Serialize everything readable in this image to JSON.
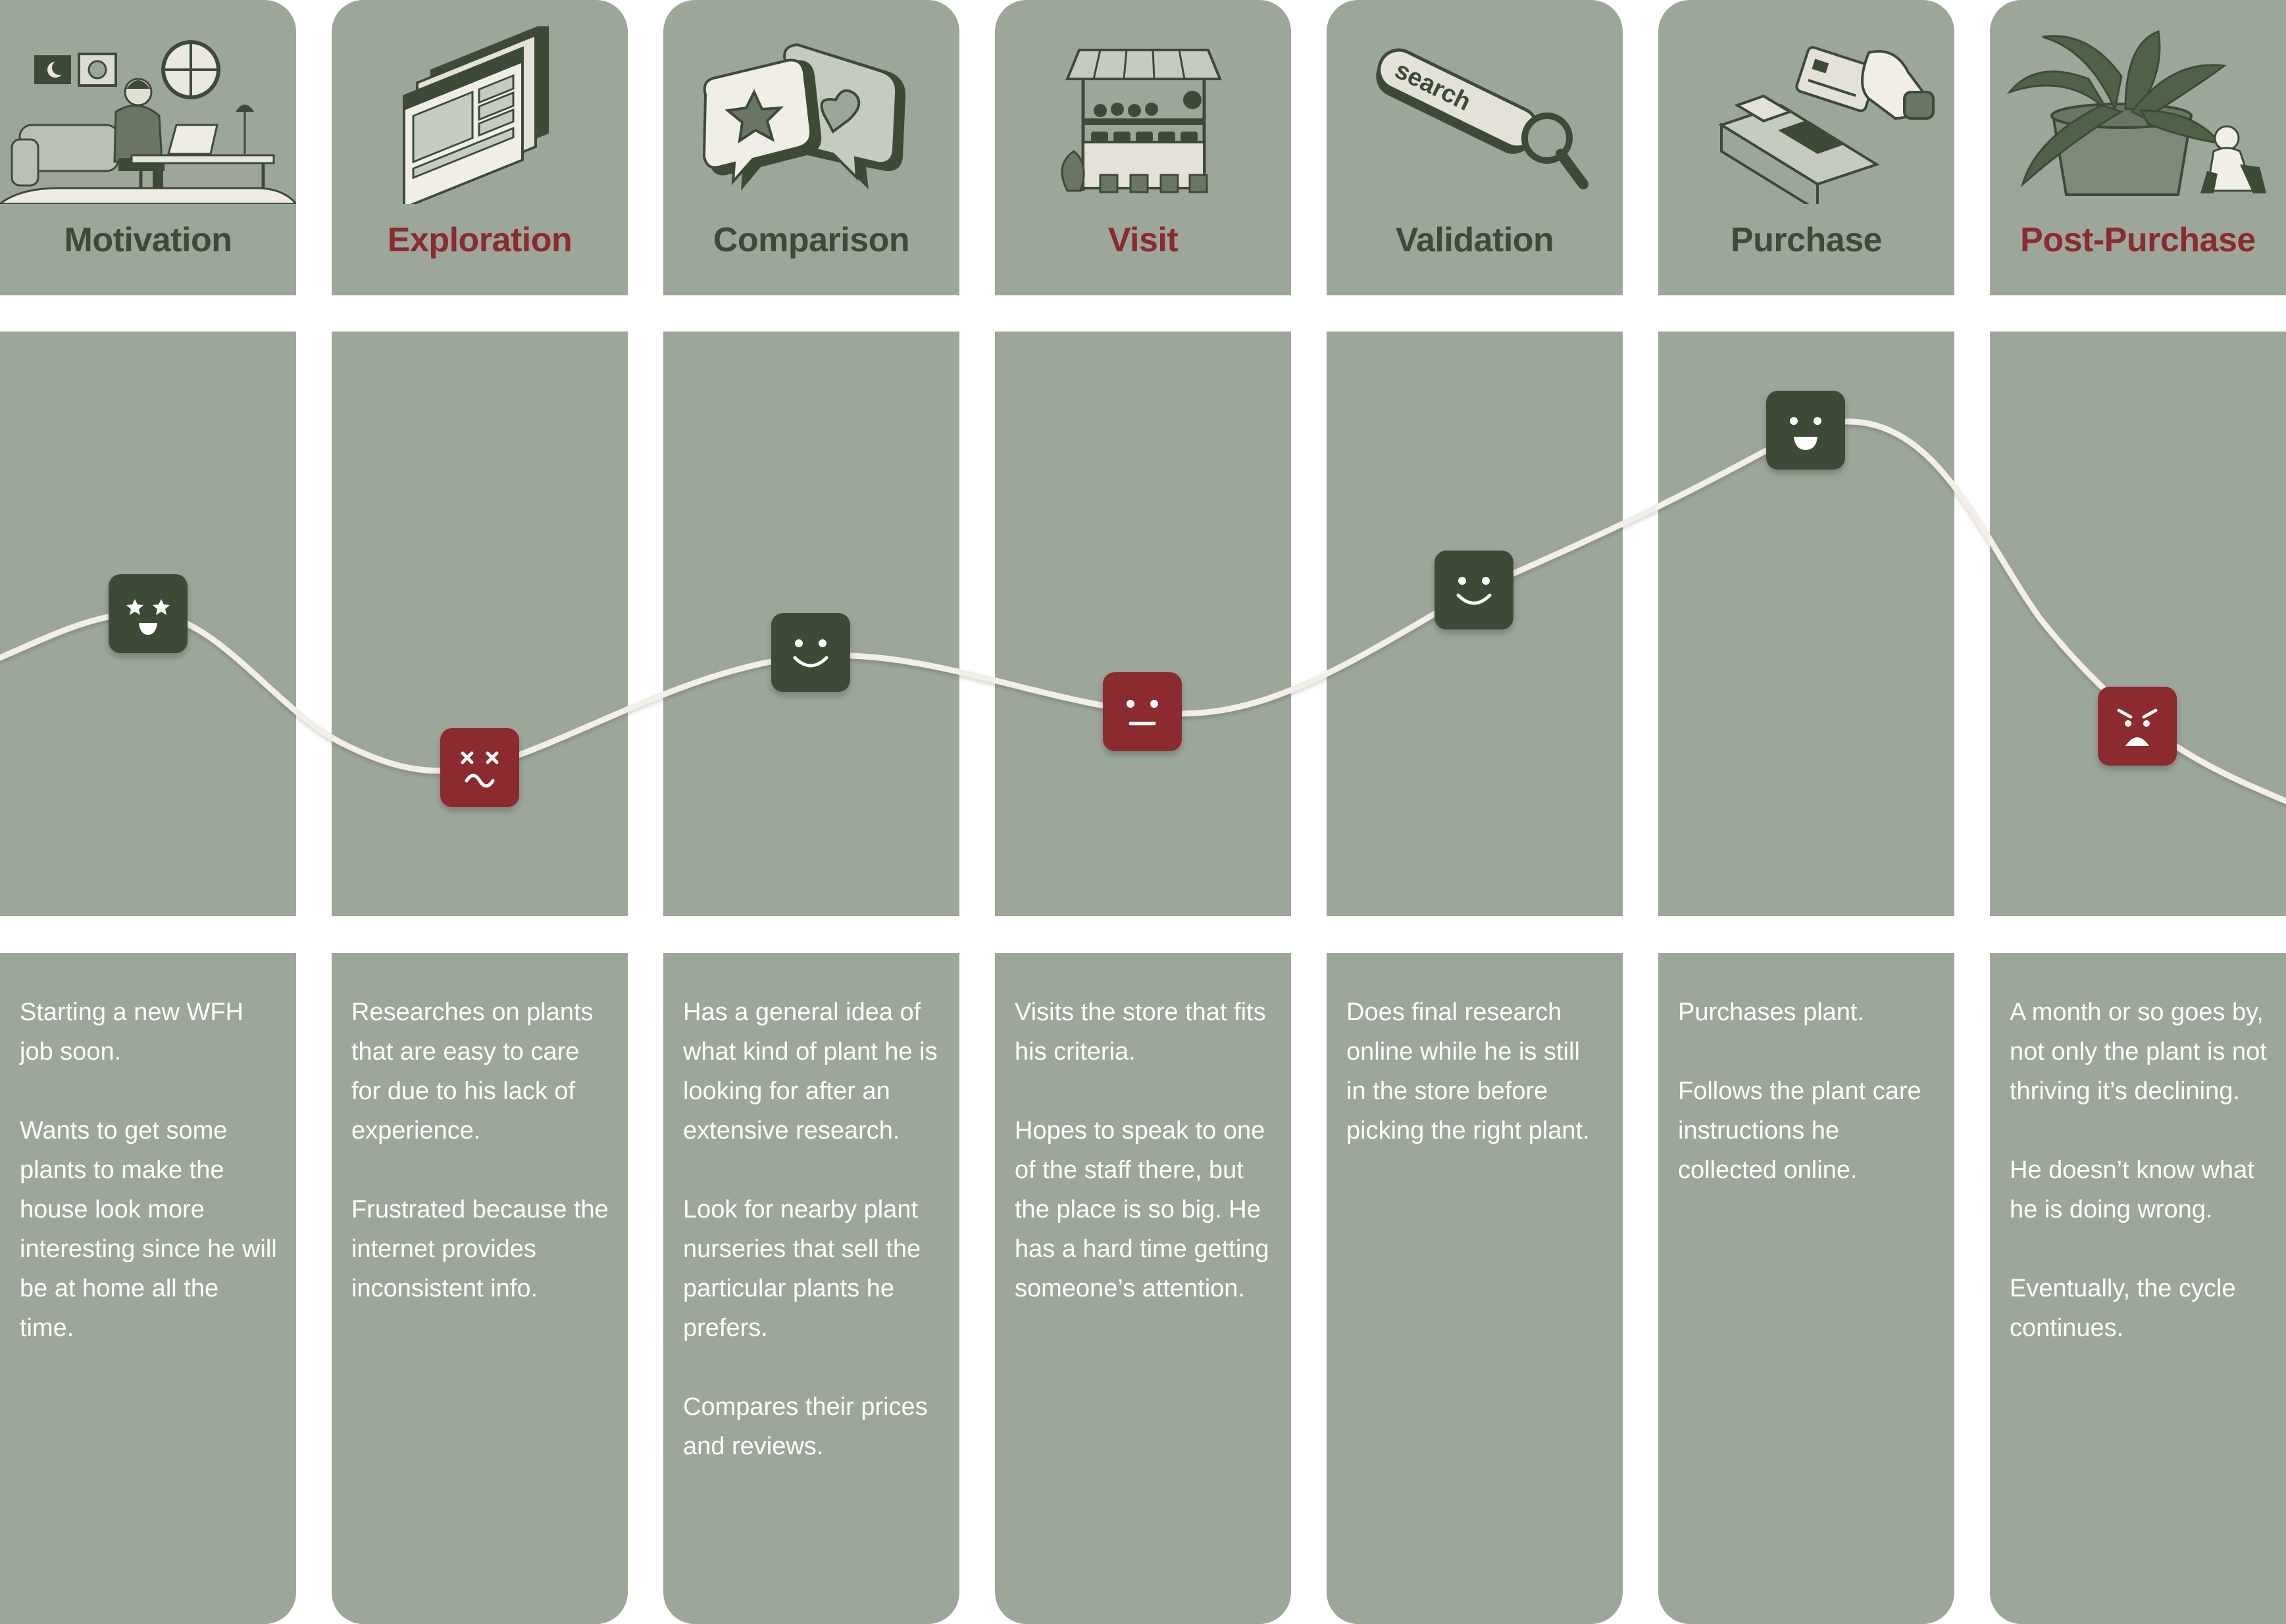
{
  "colors": {
    "card_background": "#9da799",
    "positive_green": "#3d4b36",
    "negative_red": "#8b2a2f",
    "journey_line": "#f3efe8",
    "body_text": "#ffffff"
  },
  "stages": [
    {
      "id": "motivation",
      "title": "Motivation",
      "tone": "positive",
      "emotion_icon": "star-eyes-face-icon",
      "illustration_icon": "working-from-home-illustration",
      "paragraphs": [
        "Starting a new WFH job soon.",
        "Wants to get some plants to make the house look more interesting since he will be at home all the time."
      ]
    },
    {
      "id": "exploration",
      "title": "Exploration",
      "tone": "negative",
      "emotion_icon": "dizzy-face-icon",
      "illustration_icon": "browser-windows-illustration",
      "paragraphs": [
        "Researches on plants that are easy to care for due to his lack of experience.",
        "Frustrated because the internet provides inconsistent info."
      ]
    },
    {
      "id": "comparison",
      "title": "Comparison",
      "tone": "positive",
      "emotion_icon": "smile-face-icon",
      "illustration_icon": "review-bubbles-illustration",
      "paragraphs": [
        "Has a general idea of what kind of plant he is looking for after an extensive research.",
        "Look for nearby plant nurseries that sell the particular plants he prefers.",
        "Compares their prices and reviews."
      ]
    },
    {
      "id": "visit",
      "title": "Visit",
      "tone": "negative",
      "emotion_icon": "neutral-face-icon",
      "illustration_icon": "plant-stall-illustration",
      "paragraphs": [
        "Visits the store that fits his criteria.",
        "Hopes to speak to one of the staff there, but the place is so big. He has a hard time getting someone’s attention."
      ]
    },
    {
      "id": "validation",
      "title": "Validation",
      "tone": "positive",
      "emotion_icon": "smile-face-icon",
      "illustration_icon": "search-bar-illustration",
      "search_label": "search",
      "paragraphs": [
        "Does final research online while he is still in the store before picking the right plant."
      ]
    },
    {
      "id": "purchase",
      "title": "Purchase",
      "tone": "positive",
      "emotion_icon": "grin-face-icon",
      "illustration_icon": "card-payment-illustration",
      "paragraphs": [
        "Purchases plant.",
        "Follows the plant care instructions he collected online."
      ]
    },
    {
      "id": "post-purchase",
      "title": "Post-Purchase",
      "tone": "negative",
      "emotion_icon": "angry-face-icon",
      "illustration_icon": "wilting-plant-illustration",
      "paragraphs": [
        "A month or so goes by, not only the plant is not thriving it’s declining.",
        "He doesn’t know what he is doing wrong.",
        "Eventually, the cycle continues."
      ]
    }
  ]
}
